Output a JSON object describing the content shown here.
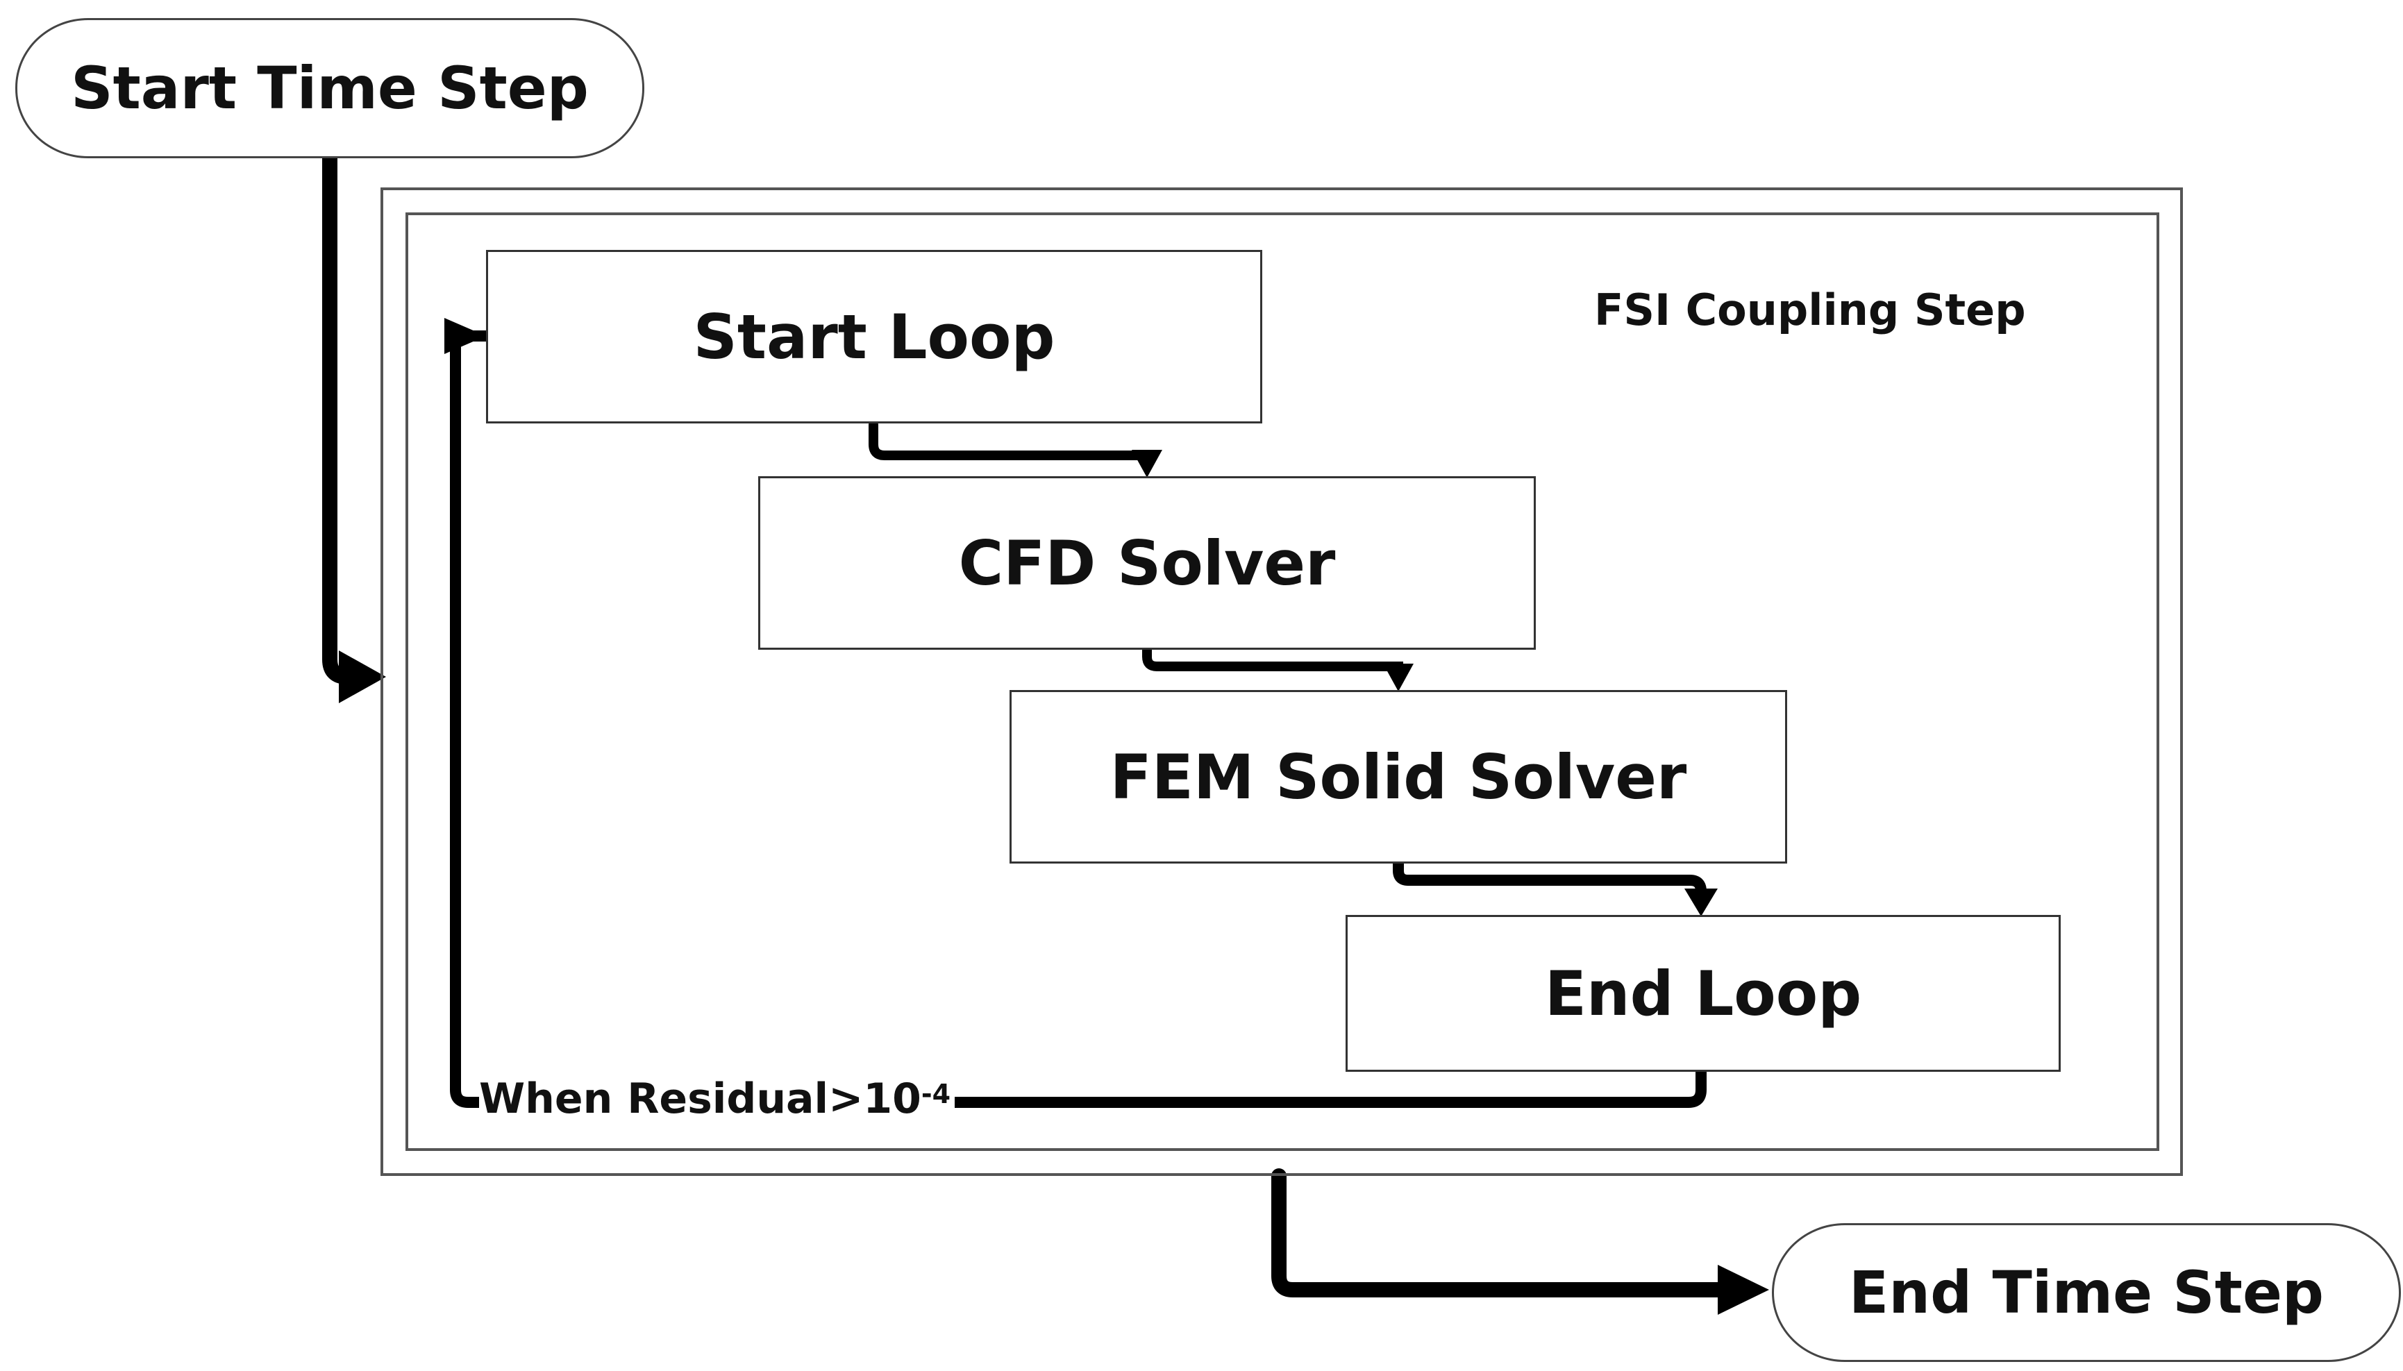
{
  "diagram": {
    "start_time_step": "Start Time Step",
    "end_time_step": "End Time Step",
    "coupling_label": "FSI Coupling Step",
    "start_loop": "Start Loop",
    "cfd_solver": "CFD Solver",
    "fem_solver": "FEM Solid Solver",
    "end_loop": "End Loop",
    "loop_condition": "When Residual>10",
    "loop_exponent": "-4",
    "line_color": "#000000",
    "border_color": "#555555"
  }
}
